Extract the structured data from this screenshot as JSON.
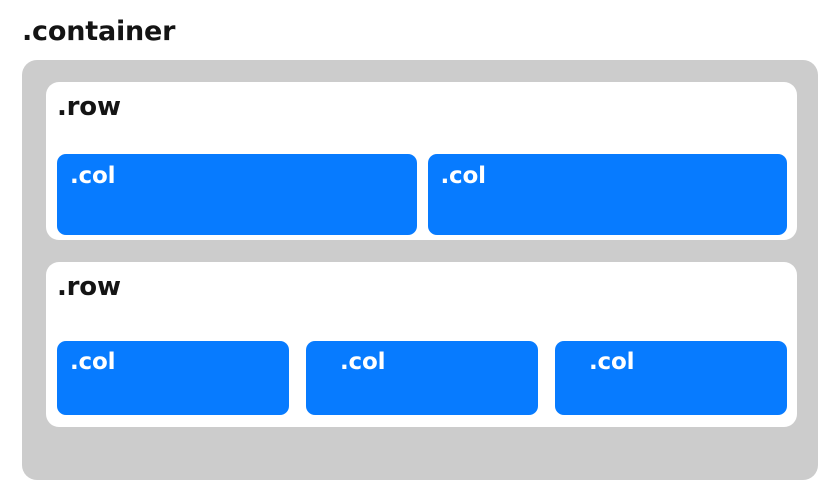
{
  "page": {
    "title": ".container",
    "background_color": "#ffffff"
  },
  "colors": {
    "container_fill": "#cccccc",
    "row_fill": "#ffffff",
    "col_fill": "#077bff",
    "text_dark": "#141414",
    "text_light": "#ffffff"
  },
  "container": {
    "label": ".container",
    "rows": [
      {
        "label": ".row",
        "columns": [
          {
            "label": ".col",
            "label_indent": "small"
          },
          {
            "label": ".col",
            "label_indent": "small"
          }
        ]
      },
      {
        "label": ".row",
        "columns": [
          {
            "label": ".col",
            "label_indent": "small"
          },
          {
            "label": ".col",
            "label_indent": "large"
          },
          {
            "label": ".col",
            "label_indent": "large"
          }
        ]
      }
    ]
  }
}
